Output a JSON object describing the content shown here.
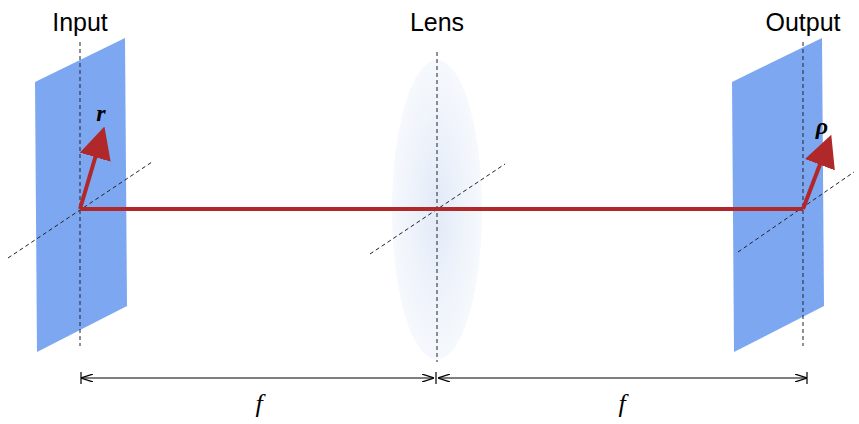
{
  "diagram": {
    "labels": [
      "Input",
      "Lens",
      "Output",
      "r",
      "ρ",
      "f",
      "f"
    ]
  }
}
